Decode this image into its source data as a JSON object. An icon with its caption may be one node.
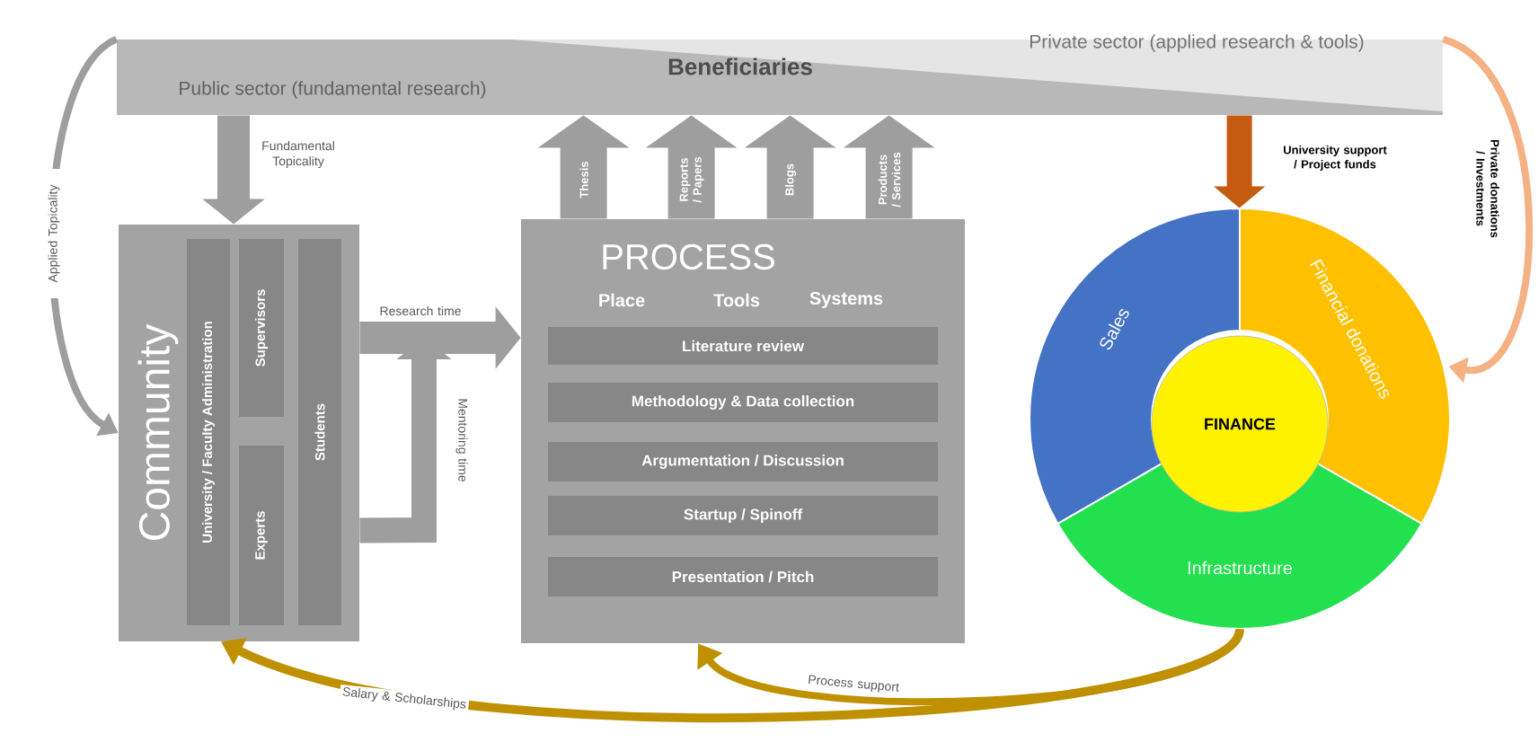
{
  "diagram": {
    "nodes": [
      {
        "text": [
          "Private sector (applied research & tools)",
          "Beneficiaries",
          "Public sector (fundamental research)"
        ]
      },
      {
        "text": [
          "Community"
        ]
      },
      {
        "text": [
          "University / Faculty Administration"
        ],
        "in": 1
      },
      {
        "text": [
          "Supervisors"
        ],
        "in": 1
      },
      {
        "text": [
          "Experts"
        ],
        "in": 1
      },
      {
        "text": [
          "Students"
        ],
        "in": 1
      },
      {
        "text": [
          "PROCESS",
          "Place",
          "Tools",
          "Systems"
        ]
      },
      {
        "text": [
          "Literature review"
        ],
        "in": 6
      },
      {
        "text": [
          "Methodology & Data collection"
        ],
        "in": 6
      },
      {
        "text": [
          "Argumentation / Discussion"
        ],
        "in": 6
      },
      {
        "text": [
          "Startup / Spinoff"
        ],
        "in": 6
      },
      {
        "text": [
          "Presentation / Pitch"
        ],
        "in": 6
      },
      {
        "text": [
          "Sales"
        ]
      },
      {
        "text": [
          "Financial donations"
        ]
      },
      {
        "text": [
          "Infrastructure"
        ]
      },
      {
        "text": [
          "FINANCE"
        ]
      }
    ],
    "edges": [
      {
        "from": 0,
        "to": 1,
        "arrow": "to",
        "label": "Fundamental Topicality"
      },
      {
        "from": 0,
        "to": 1,
        "arrow": "to",
        "label": "Applied Topicality"
      },
      {
        "from": 1,
        "to": 6,
        "arrow": "to",
        "label": "Research time"
      },
      {
        "from": 1,
        "to": null,
        "arrow": "to",
        "label": "Mentoring time"
      },
      {
        "from": 6,
        "to": 0,
        "arrow": "to",
        "label": "Thesis",
        "style": "thick"
      },
      {
        "from": 6,
        "to": 0,
        "arrow": "to",
        "label": "Reports / Papers",
        "style": "thick"
      },
      {
        "from": 6,
        "to": 0,
        "arrow": "to",
        "label": "Blogs",
        "style": "thick"
      },
      {
        "from": 6,
        "to": 0,
        "arrow": "to",
        "label": "Products / Services",
        "style": "thick"
      },
      {
        "from": 0,
        "to": 13,
        "arrow": "to",
        "label": "University support / Project funds",
        "color": "#c55a11"
      },
      {
        "from": 0,
        "to": 13,
        "arrow": "to",
        "label": "Private donations / Investments",
        "color": "#f4b183"
      },
      {
        "from": 14,
        "to": 1,
        "arrow": "to",
        "label": "Salary & Scholarships",
        "color": "#bf9000"
      },
      {
        "from": 14,
        "to": 6,
        "arrow": "to",
        "label": "Process support",
        "color": "#bf9000"
      }
    ]
  }
}
